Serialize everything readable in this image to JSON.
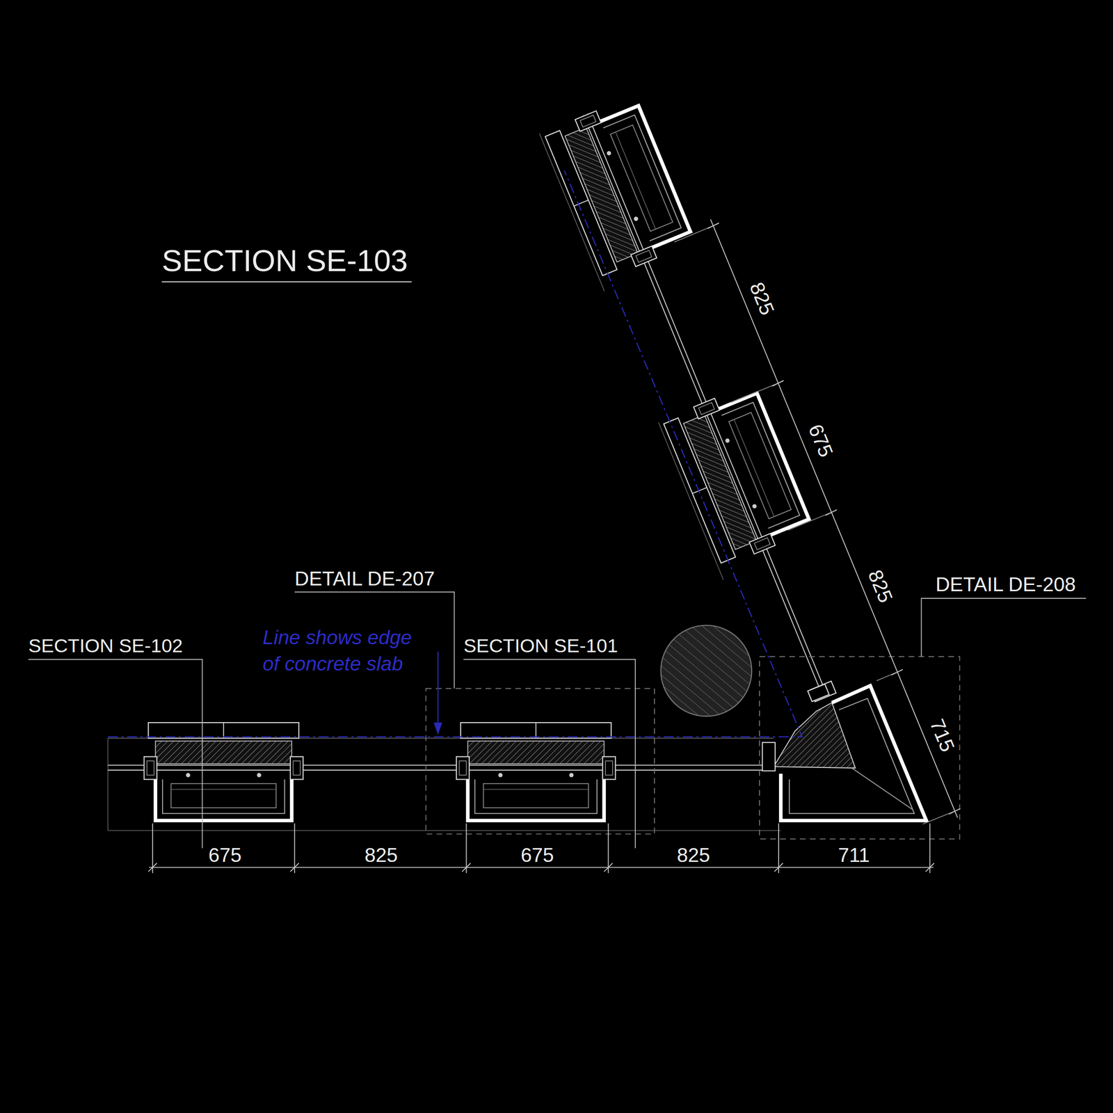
{
  "diagram": {
    "title": "SECTION SE-103",
    "labels": [
      "DETAIL DE-207",
      "DETAIL DE-208",
      "SECTION SE-102",
      "Line shows edge of concrete slab",
      "SECTION SE-101",
      "825",
      "675",
      "825",
      "715",
      "675",
      "825",
      "675",
      "825",
      "711"
    ]
  }
}
